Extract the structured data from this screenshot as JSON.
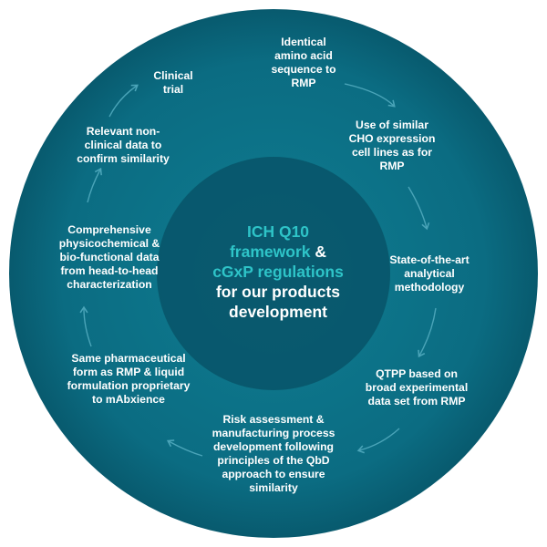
{
  "colors": {
    "outer_circle": "#0d6f85",
    "outer_circle_edge": "#0a5c72",
    "inner_circle": "#08566a",
    "text": "#ffffff",
    "accent": "#2ec4c8",
    "arrow": "#4aa4b8"
  },
  "center": {
    "line1": "ICH Q10",
    "line2a": "framework",
    "line2b": " &",
    "line3": "cGxP regulations",
    "line4": "for our products",
    "line5": "development"
  },
  "steps": [
    {
      "id": "amino-acid",
      "text": "Identical\namino acid\nsequence to\nRMP"
    },
    {
      "id": "cho",
      "text": "Use of similar\nCHO expression\ncell lines as for\nRMP"
    },
    {
      "id": "analytical",
      "text": "State-of-the-art\nanalytical\nmethodology"
    },
    {
      "id": "qtpp",
      "text": "QTPP based on\nbroad experimental\ndata set from RMP"
    },
    {
      "id": "risk",
      "text": "Risk assessment &\nmanufacturing process\ndevelopment following\nprinciples of the QbD\napproach to ensure\nsimilarity"
    },
    {
      "id": "formulation",
      "text": "Same pharmaceutical\nform as RMP & liquid\nformulation proprietary\nto mAbxience"
    },
    {
      "id": "physchem",
      "text": "Comprehensive\nphysicochemical &\nbio-functional data\nfrom head-to-head\ncharacterization"
    },
    {
      "id": "nonclinical",
      "text": "Relevant non-\nclinical data to\nconfirm similarity"
    },
    {
      "id": "clinical",
      "text": "Clinical\ntrial"
    }
  ]
}
